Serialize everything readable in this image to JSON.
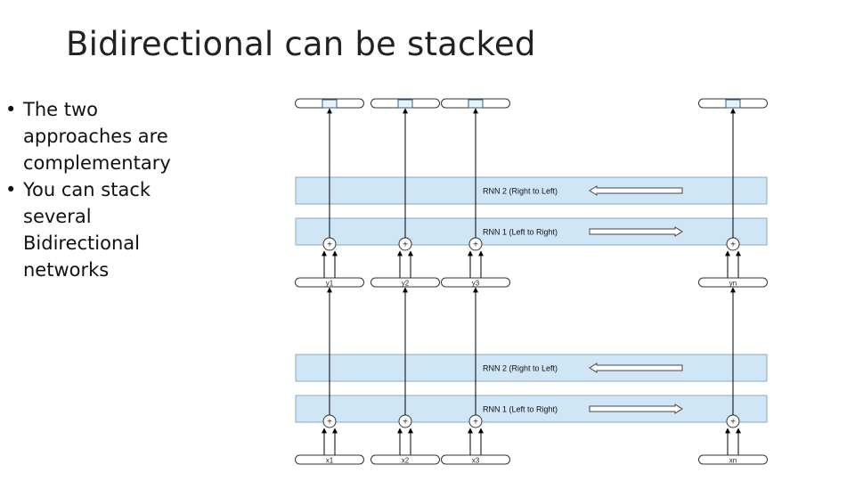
{
  "slide": {
    "title": "Bidirectional can be stacked",
    "bullets": [
      "The two approaches are complementary",
      "You can stack several Bidirectional networks"
    ],
    "bullet_glyph": "•"
  },
  "diagram": {
    "layers": [
      {
        "rnn_bands": [
          "RNN 2 (Right to Left)",
          "RNN 1 (Left to Right)"
        ]
      },
      {
        "rnn_bands": [
          "RNN 2 (Right to Left)",
          "RNN 1 (Left to Right)"
        ]
      }
    ],
    "input_labels": [
      "x1",
      "x2",
      "x3",
      "xn"
    ],
    "intermediate_labels": [
      "y1",
      "y2",
      "y3",
      "yn"
    ],
    "combine_symbol": "+",
    "band_color": "#cfe6f7"
  }
}
